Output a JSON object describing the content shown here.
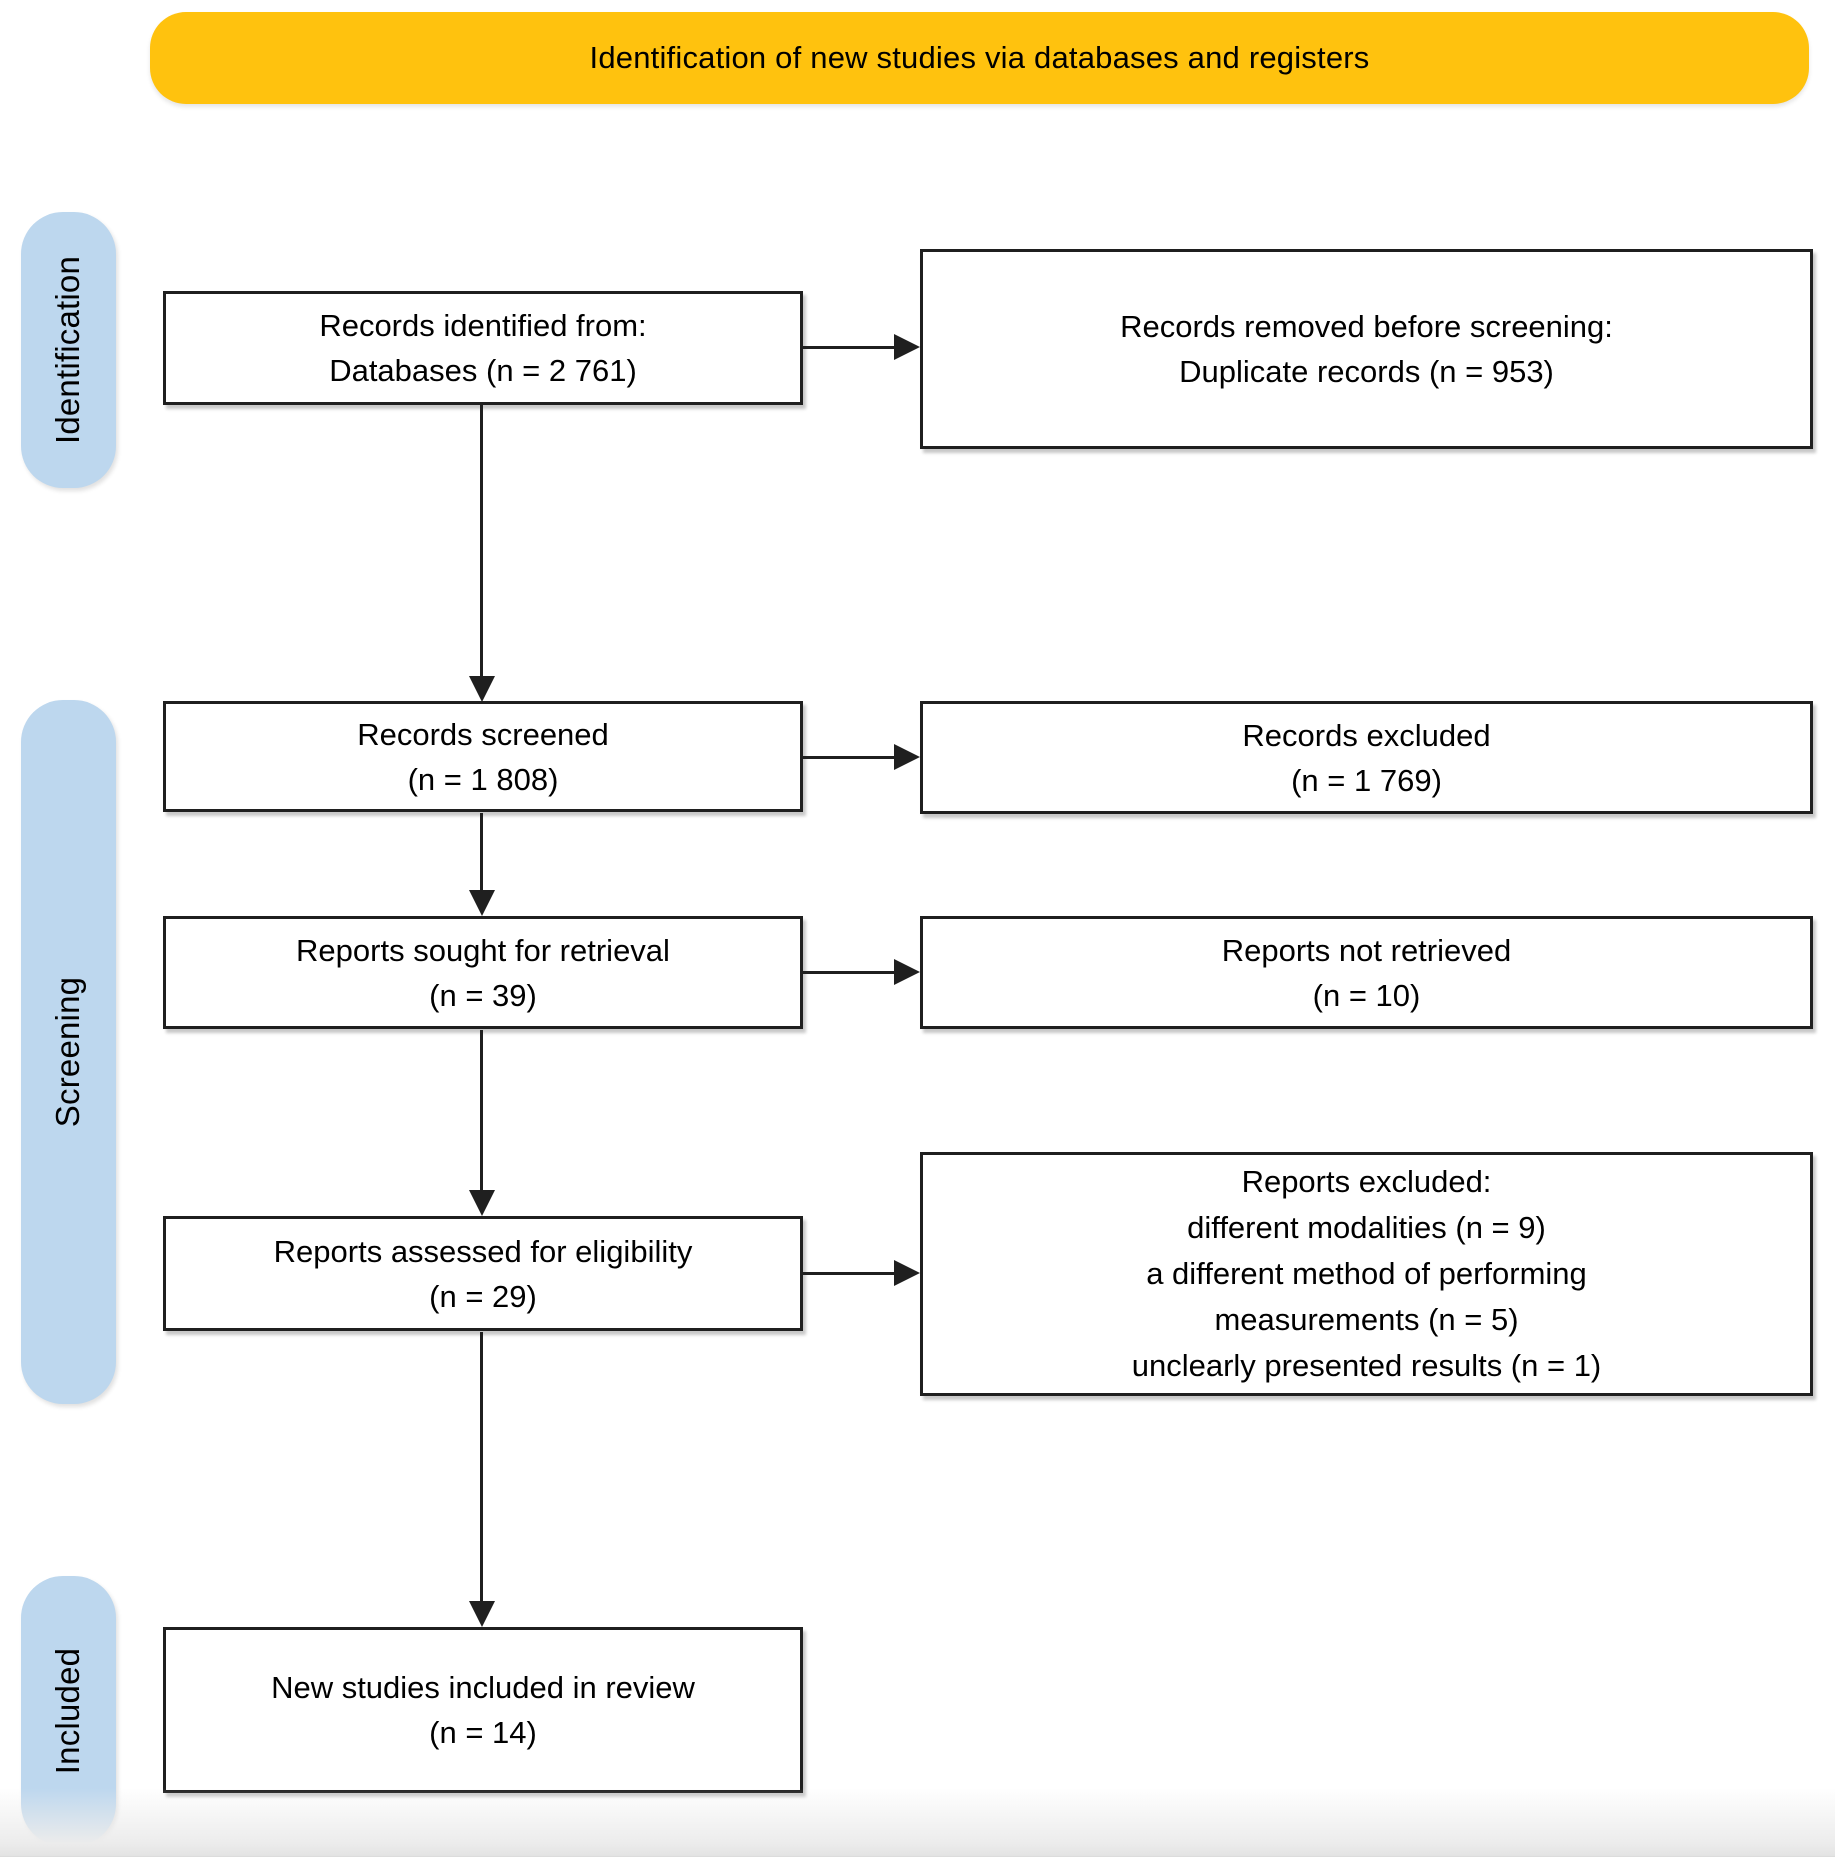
{
  "banner": {
    "label": "Identification of new studies via databases and registers"
  },
  "stages": {
    "identification": "Identification",
    "screening": "Screening",
    "included": "Included"
  },
  "boxes": {
    "records_identified": {
      "line1": "Records identified from:",
      "line2": "Databases (n = 2 761)"
    },
    "records_removed": {
      "line1": "Records removed before screening:",
      "line2": "Duplicate records (n = 953)"
    },
    "records_screened": {
      "line1": "Records screened",
      "line2": "(n = 1 808)"
    },
    "records_excluded": {
      "line1": "Records excluded",
      "line2": "(n = 1 769)"
    },
    "reports_sought": {
      "line1": "Reports sought for retrieval",
      "line2": "(n = 39)"
    },
    "reports_not_retrieved": {
      "line1": "Reports not retrieved",
      "line2": "(n = 10)"
    },
    "reports_assessed": {
      "line1": "Reports assessed for eligibility",
      "line2": "(n = 29)"
    },
    "reports_excluded": {
      "line1": "Reports excluded:",
      "line2": "different modalities (n = 9)",
      "line3": "a different method of performing",
      "line4": "measurements (n = 5)",
      "line5": "unclearly presented results (n = 1)"
    },
    "new_studies_included": {
      "line1": "New studies included in review",
      "line2": "(n = 14)"
    }
  },
  "colors": {
    "banner_bg": "#FFC20E",
    "stage_band_bg": "#BDD7EE",
    "box_border": "#1F1F1F",
    "text": "#000000"
  }
}
